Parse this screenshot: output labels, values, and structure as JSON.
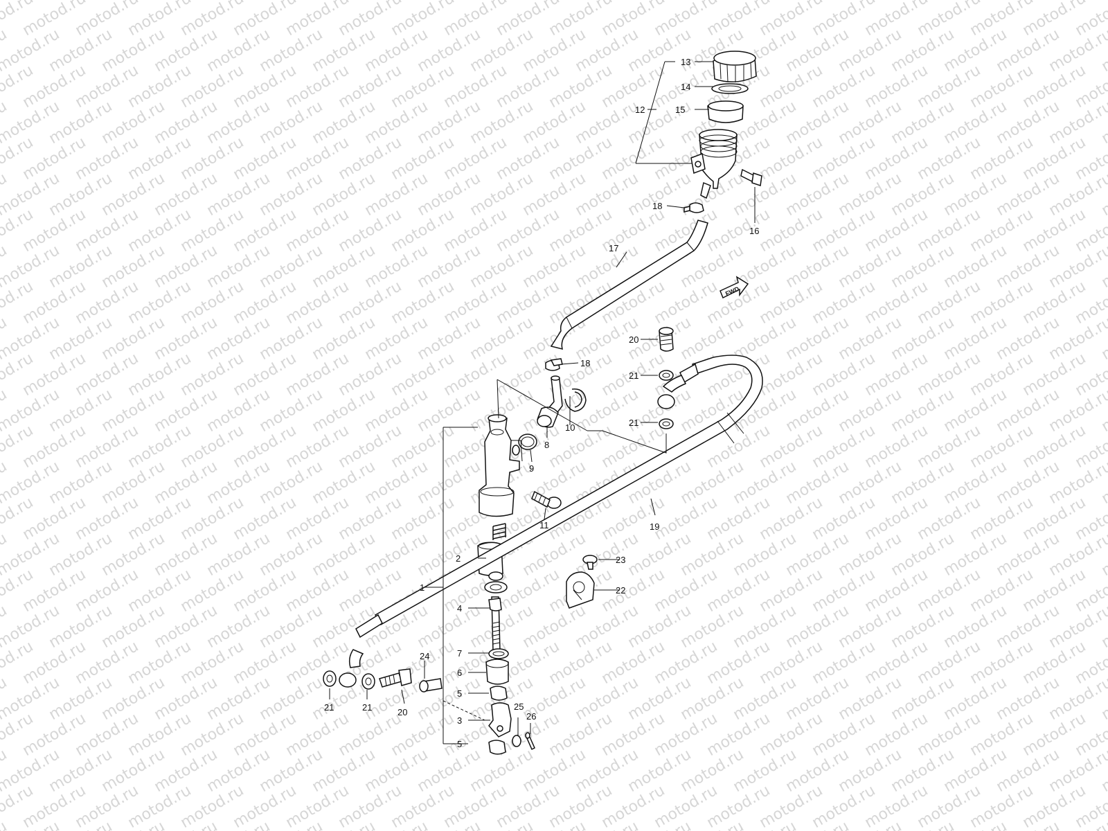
{
  "watermark": {
    "text": "motod.ru"
  },
  "fwd_label": "FWD",
  "callouts": [
    "1",
    "2",
    "3",
    "4",
    "5",
    "6",
    "7",
    "8",
    "9",
    "10",
    "11",
    "12",
    "13",
    "14",
    "15",
    "16",
    "17",
    "18",
    "19",
    "20",
    "21",
    "22",
    "23",
    "24",
    "25",
    "26"
  ]
}
